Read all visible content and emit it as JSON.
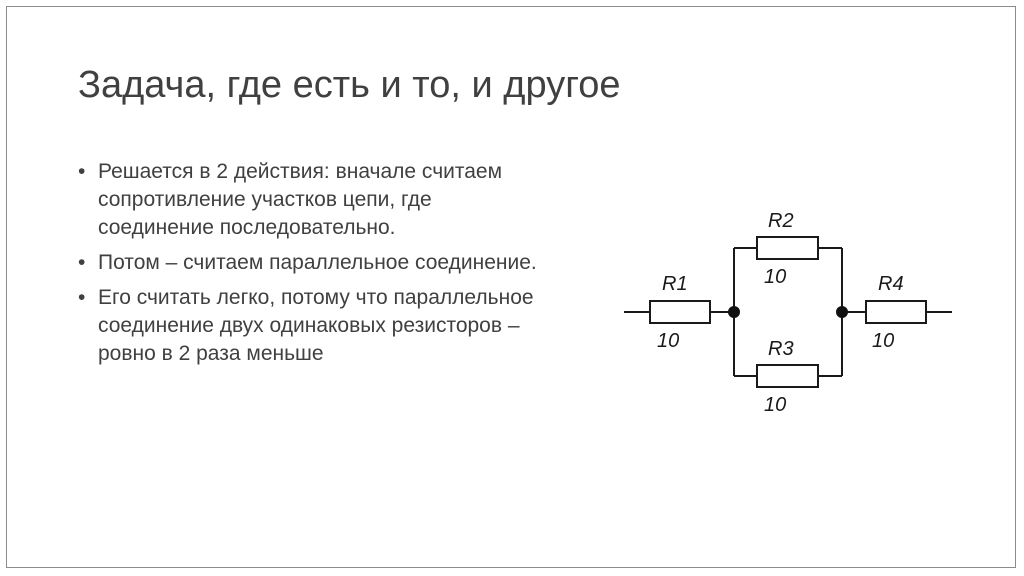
{
  "slide": {
    "title": "Задача, где есть и то, и другое",
    "bullets": [
      "Решается в 2 действия: вначале считаем сопротивление участков цепи, где соединение последовательно.",
      "Потом – считаем параллельное соединение.",
      "Его считать легко, потому что параллельное соединение двух одинаковых резисторов – ровно в 2 раза меньше"
    ],
    "bullet_glyph": "•"
  },
  "circuit": {
    "resistors": [
      {
        "name": "R1",
        "value": "10"
      },
      {
        "name": "R2",
        "value": "10"
      },
      {
        "name": "R3",
        "value": "10"
      },
      {
        "name": "R4",
        "value": "10"
      }
    ]
  }
}
